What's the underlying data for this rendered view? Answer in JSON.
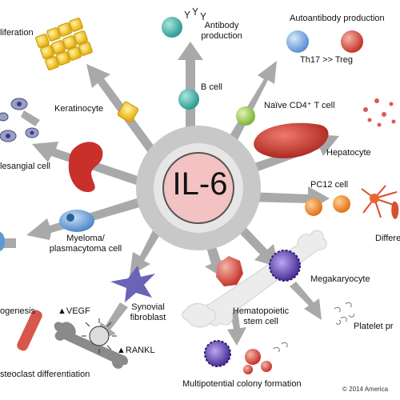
{
  "center": {
    "label": "IL-6"
  },
  "labels": {
    "proliferation": "liferation",
    "keratinocyte": "Keratinocyte",
    "mesangial_cell": "lesangial cell",
    "myeloma_line1": "Myeloma/",
    "myeloma_line2": "plasmacytoma cell",
    "angiogenesis": "ogenesis",
    "vegf": "▲VEGF",
    "synovial_line1": "Synovial",
    "synovial_line2": "fibroblast",
    "rankl": "▲RANKL",
    "osteoclast": "steoclast differentiation",
    "antibody_line1": "Antibody",
    "antibody_line2": "production",
    "b_cell": "B cell",
    "autoantibody": "Autoantibody production",
    "th17_treg": "Th17 >> Treg",
    "naive_cd4": "Naïve CD4⁺ T cell",
    "hepatocyte": "Hepatocyte",
    "pc12": "PC12 cell",
    "differentiation": "Differe",
    "megakaryocyte": "Megakaryocyte",
    "hsc_line1": "Hematopoietic",
    "hsc_line2": "stem cell",
    "platelet": "Platelet pr",
    "multipotential": "Multipotential colony formation"
  },
  "copyright": "© 2014 America",
  "colors": {
    "arrow": "#a9a9a9",
    "ring": "#c8c8c8",
    "core": "#f3c2c2",
    "bcell": "#3fb0a6",
    "tcell": "#9ccf4f",
    "liver": "#c9302c",
    "keratinocyte": "#f1c21b",
    "megakaryocyte": "#5b3fa6",
    "myeloma": "#5a9bd5",
    "synovial": "#6a63b8",
    "hsc": "#d94b3d"
  }
}
